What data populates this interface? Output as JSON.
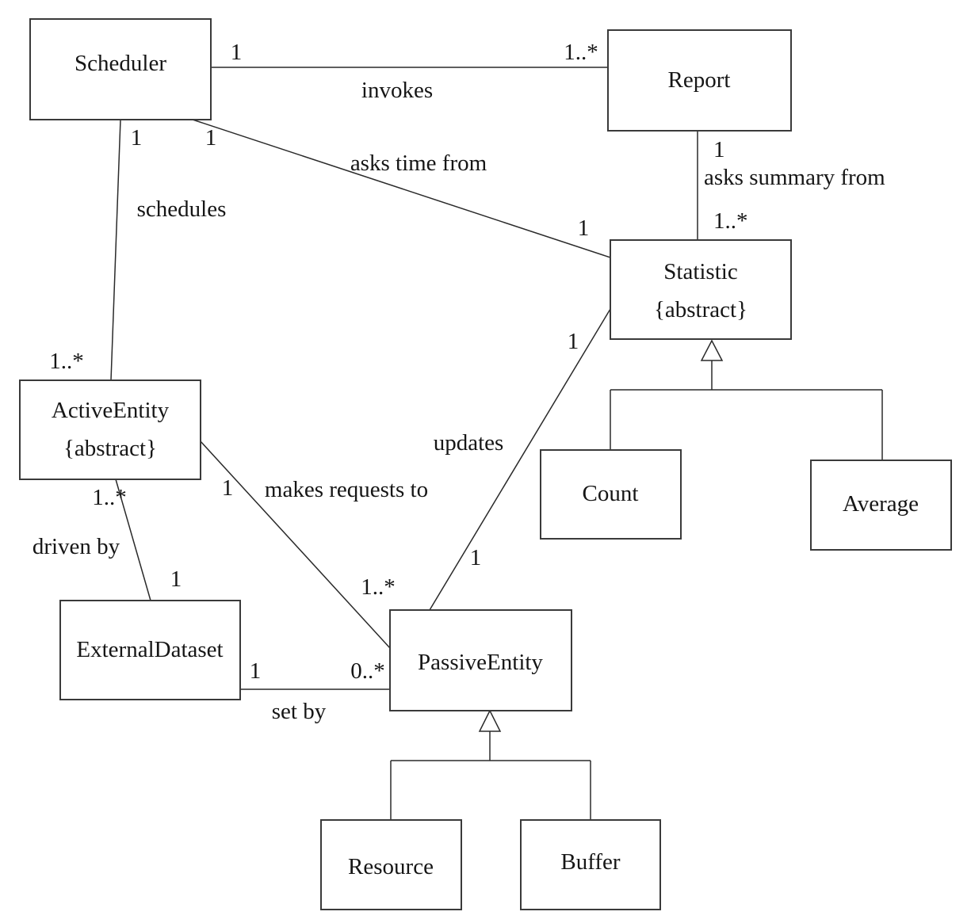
{
  "diagram": {
    "kind": "uml-class-diagram",
    "background_color": "#ffffff",
    "line_color": "#2a2a2a",
    "classes": {
      "scheduler": {
        "name": "Scheduler"
      },
      "report": {
        "name": "Report"
      },
      "statistic": {
        "name": "Statistic",
        "stereotype": "{abstract}"
      },
      "active_entity": {
        "name": "ActiveEntity",
        "stereotype": "{abstract}"
      },
      "external_dataset": {
        "name": "ExternalDataset"
      },
      "passive_entity": {
        "name": "PassiveEntity"
      },
      "count": {
        "name": "Count"
      },
      "average": {
        "name": "Average"
      },
      "resource": {
        "name": "Resource"
      },
      "buffer": {
        "name": "Buffer"
      }
    },
    "associations": {
      "invokes": {
        "label": "invokes",
        "from": "scheduler",
        "to": "report",
        "from_mult": "1",
        "to_mult": "1..*"
      },
      "asks_time_from": {
        "label": "asks time from",
        "from": "scheduler",
        "to": "statistic",
        "from_mult": "1",
        "to_mult": "1"
      },
      "asks_summary_from": {
        "label": "asks summary from",
        "from": "report",
        "to": "statistic",
        "from_mult": "1",
        "to_mult": "1..*"
      },
      "schedules": {
        "label": "schedules",
        "from": "scheduler",
        "to": "active_entity",
        "from_mult": "1",
        "to_mult": "1..*"
      },
      "driven_by": {
        "label": "driven by",
        "from": "active_entity",
        "to": "external_dataset",
        "from_mult": "1..*",
        "to_mult": "1"
      },
      "makes_requests_to": {
        "label": "makes requests to",
        "from": "active_entity",
        "to": "passive_entity",
        "from_mult": "1",
        "to_mult": "1..*"
      },
      "updates": {
        "label": "updates",
        "from": "statistic",
        "to": "passive_entity",
        "from_mult": "1",
        "to_mult": "1"
      },
      "set_by": {
        "label": "set by",
        "from": "external_dataset",
        "to": "passive_entity",
        "from_mult": "1",
        "to_mult": "0..*"
      }
    },
    "generalizations": {
      "statistic_children": [
        "count",
        "average"
      ],
      "passive_entity_children": [
        "resource",
        "buffer"
      ]
    }
  }
}
